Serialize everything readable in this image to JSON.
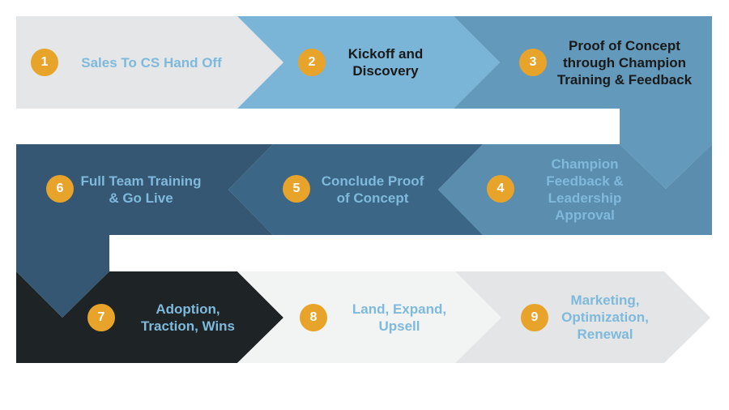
{
  "colors": {
    "badge": "#E8A42A",
    "badge_text": "#FFFFFF",
    "row1": [
      "#E4E6E7",
      "#7AB4D6",
      "#6399BA"
    ],
    "row2": [
      "#355773",
      "#3C6686",
      "#5B8DAE"
    ],
    "row3": [
      "#1E2326",
      "#F2F3F3",
      "#E3E5E6"
    ],
    "text_light_blue": "#7FB9DB",
    "text_dark": "#1A1A1A"
  },
  "steps": [
    {
      "number": "1",
      "label": "Sales To CS Hand Off"
    },
    {
      "number": "2",
      "label": "Kickoff and\nDiscovery"
    },
    {
      "number": "3",
      "label": "Proof of Concept\nthrough Champion\nTraining & Feedback"
    },
    {
      "number": "4",
      "label": "Champion\nFeedback &\nLeadership\nApproval"
    },
    {
      "number": "5",
      "label": "Conclude Proof\nof Concept"
    },
    {
      "number": "6",
      "label": "Full Team Training\n& Go Live"
    },
    {
      "number": "7",
      "label": "Adoption,\nTraction, Wins"
    },
    {
      "number": "8",
      "label": "Land, Expand,\nUpsell"
    },
    {
      "number": "9",
      "label": "Marketing,\nOptimization,\nRenewal"
    }
  ]
}
